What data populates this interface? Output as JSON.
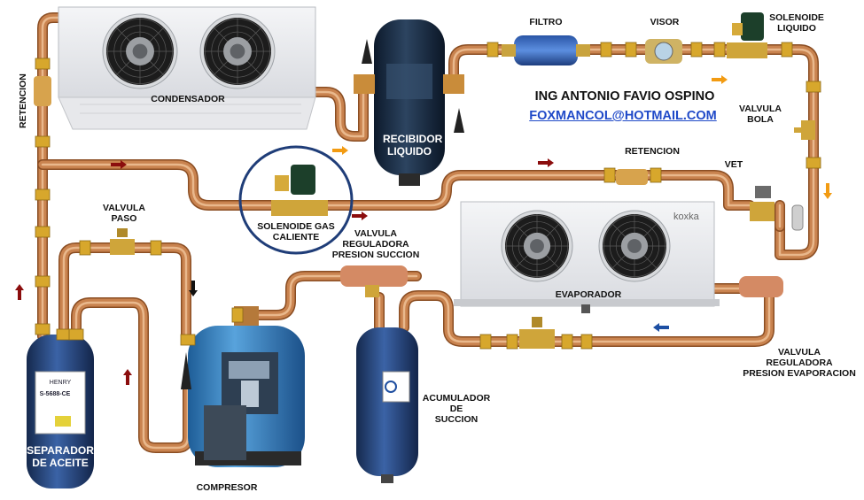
{
  "author": {
    "name": "ING ANTONIO FAVIO OSPINO",
    "email": "FOXMANCOL@HOTMAIL.COM"
  },
  "labels": {
    "condensador": "CONDENSADOR",
    "retencion_vertical": "RETENCION",
    "recibidor_1": "RECIBIDOR",
    "recibidor_2": "LIQUIDO",
    "filtro": "FILTRO",
    "visor": "VISOR",
    "solenoide_liquido_1": "SOLENOIDE",
    "solenoide_liquido_2": "LIQUIDO",
    "valvula_bola_1": "VALVULA",
    "valvula_bola_2": "BOLA",
    "retencion": "RETENCION",
    "vet": "VET",
    "solenoide_gas_1": "SOLENOIDE GAS",
    "solenoide_gas_2": "CALIENTE",
    "valvula_paso_1": "VALVULA",
    "valvula_paso_2": "PASO",
    "reg_succion_1": "VALVULA",
    "reg_succion_2": "REGULADORA",
    "reg_succion_3": "PRESION SUCCION",
    "evaporador": "EVAPORADOR",
    "reg_evap_1": "VALVULA",
    "reg_evap_2": "REGULADORA",
    "reg_evap_3": "PRESION EVAPORACION",
    "acumulador_1": "ACUMULADOR",
    "acumulador_2": "DE",
    "acumulador_3": "SUCCION",
    "separador_1": "SEPARADOR",
    "separador_2": "DE ACEITE",
    "compresor": "COMPRESOR"
  },
  "brand": {
    "evaporator_brand": "koxka",
    "separator_brand": "HENRY",
    "separator_model": "S-5688-CE"
  },
  "colors": {
    "pipe": "#c9834f",
    "pipe_highlight": "#f1c59b",
    "pipe_dark": "#8a4d22",
    "brass": "#d7a72c",
    "tank_blue": "#2c4f86",
    "compressor_blue": "#3f86c4",
    "arrow_red": "#8b0d0d",
    "arrow_orange": "#f29b12",
    "arrow_blue": "#1d4fa3",
    "arrow_black": "#111111",
    "circle": "#1f3d78"
  },
  "icons": [
    "fan-icon",
    "flow-arrow-icon",
    "valve-icon",
    "tank-icon",
    "compressor-icon"
  ]
}
